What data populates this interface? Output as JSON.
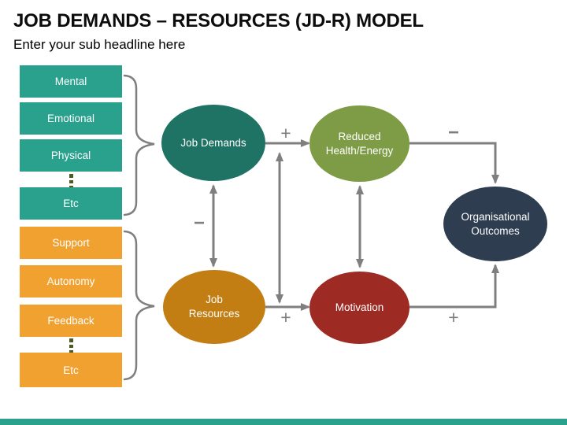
{
  "title": "JOB DEMANDS – RESOURCES (JD-R) MODEL",
  "subtitle": "Enter your sub headline here",
  "demand_categories": {
    "items": [
      "Mental",
      "Emotional",
      "Physical",
      "Etc"
    ]
  },
  "resource_categories": {
    "items": [
      "Support",
      "Autonomy",
      "Feedback",
      "Etc"
    ]
  },
  "nodes": {
    "job_demands": "Job Demands",
    "reduced_health_energy": "Reduced Health/Energy",
    "job_resources": "Job Resources",
    "motivation": "Motivation",
    "organisational_outcomes": "Organisational Outcomes"
  },
  "edge_labels": {
    "demands_to_health": "+",
    "health_to_outcomes": "−",
    "demands_vs_resources": "−",
    "resources_to_motivation": "+",
    "motivation_to_outcomes": "+"
  },
  "colors": {
    "teal_box": "#2AA18C",
    "orange_box": "#F0A12F",
    "teal_ellipse": "#1F7365",
    "olive_ellipse": "#7D9C45",
    "ochre_ellipse": "#C27D13",
    "red_ellipse": "#9E2B23",
    "navy_ellipse": "#2E3D50",
    "connector_gray": "#7F7F7F",
    "dot_green": "#4E5B1F",
    "footer_bar": "#2AA18C"
  }
}
